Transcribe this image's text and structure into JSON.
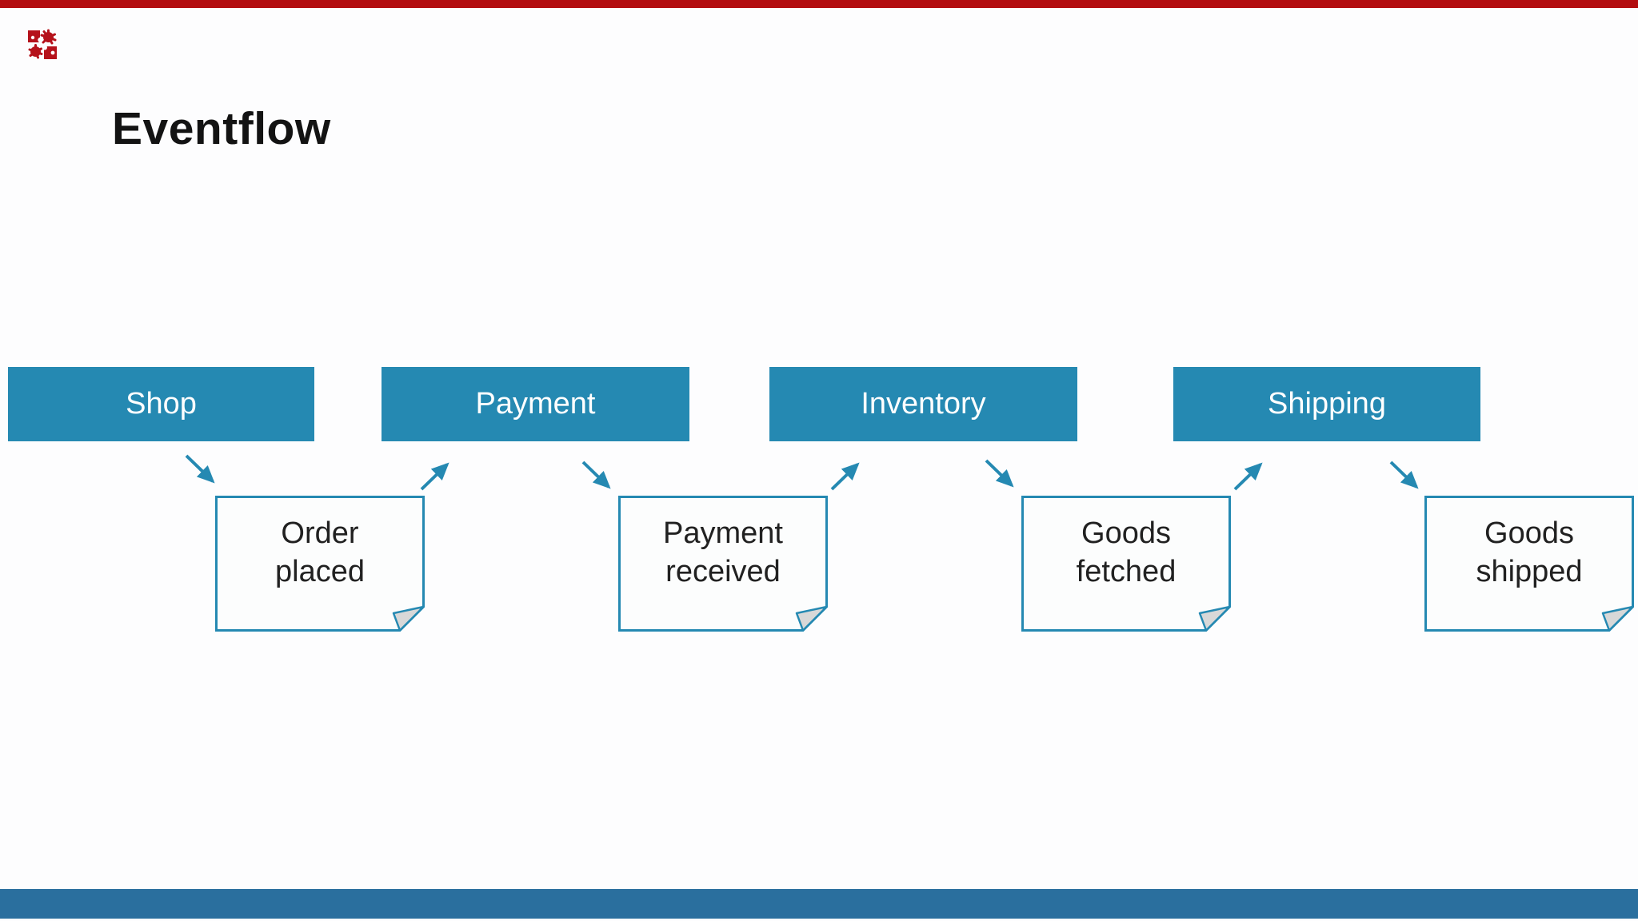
{
  "slide": {
    "title": "Eventflow"
  },
  "theme": {
    "top_bar_color": "#b30d10",
    "footer_bar_color": "#2a6f9e",
    "accent_teal": "#2589b2",
    "logo_red": "#b5121b",
    "note_fill": "#fcfdfd",
    "note_fold_gray": "#d8d8d8",
    "note_text_color": "#212121",
    "box_text_color": "#ffffff"
  },
  "diagram": {
    "services": [
      {
        "label": "Shop"
      },
      {
        "label": "Payment"
      },
      {
        "label": "Inventory"
      },
      {
        "label": "Shipping"
      }
    ],
    "events": [
      {
        "line1": "Order",
        "line2": "placed"
      },
      {
        "line1": "Payment",
        "line2": "received"
      },
      {
        "line1": "Goods",
        "line2": "fetched"
      },
      {
        "line1": "Goods",
        "line2": "shipped"
      }
    ]
  }
}
